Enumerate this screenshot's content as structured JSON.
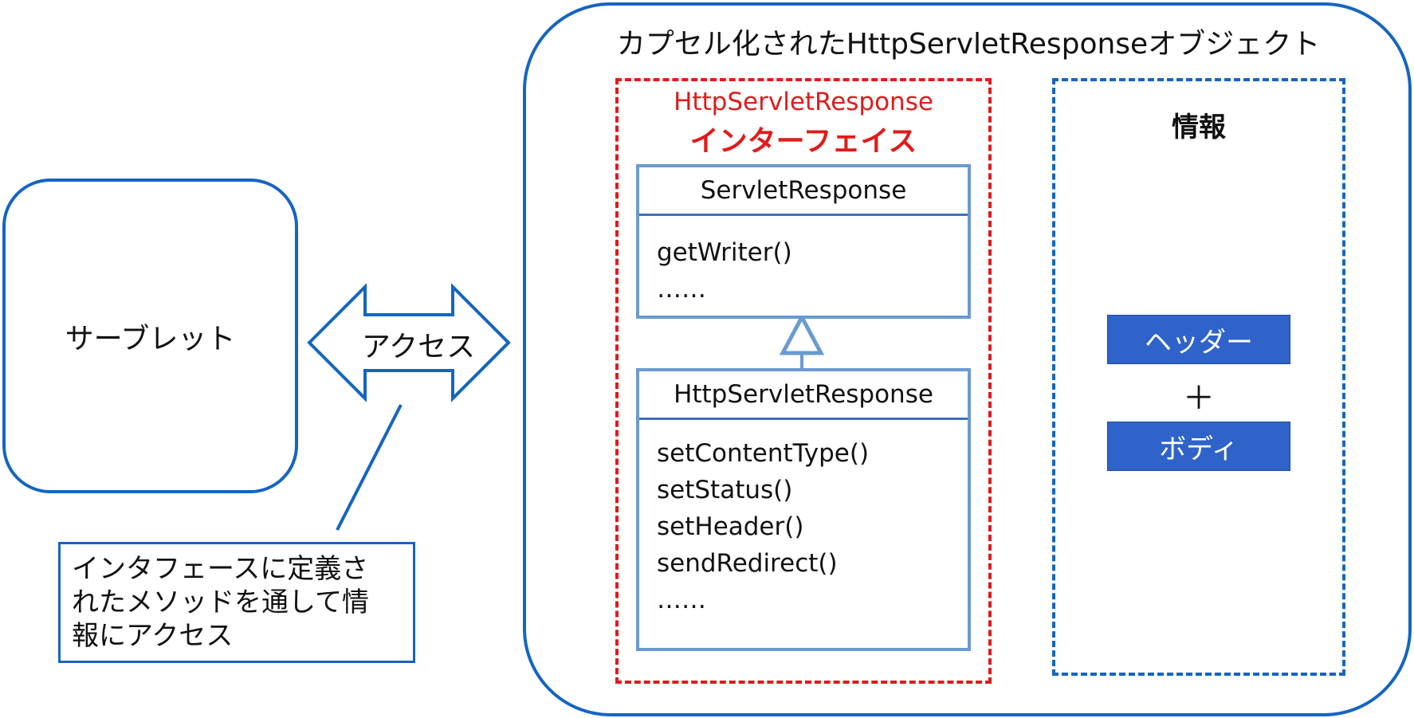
{
  "servlet": {
    "label": "サーブレット"
  },
  "access_arrow": {
    "label": "アクセス"
  },
  "note": {
    "text": "インタフェースに定義さ\nれたメソッドを通して情\n報にアクセス"
  },
  "object": {
    "title": "カプセル化されたHttpServletResponseオブジェクト"
  },
  "interface_group": {
    "title_line1": "HttpServletResponse",
    "title_line2": "インターフェイス",
    "parent_class": {
      "name": "ServletResponse",
      "methods": [
        "getWriter()",
        "……"
      ]
    },
    "child_class": {
      "name": "HttpServletResponse",
      "methods": [
        "setContentType()",
        "setStatus()",
        "setHeader()",
        "sendRedirect()",
        "……"
      ]
    }
  },
  "info_group": {
    "title": "情報",
    "items": [
      "ヘッダー",
      "ボディ"
    ],
    "operator": "＋"
  },
  "colors": {
    "blue": "#1565c0",
    "red": "#e01b1b",
    "class_border": "#6a9ad0",
    "pill": "#2f63c9"
  }
}
